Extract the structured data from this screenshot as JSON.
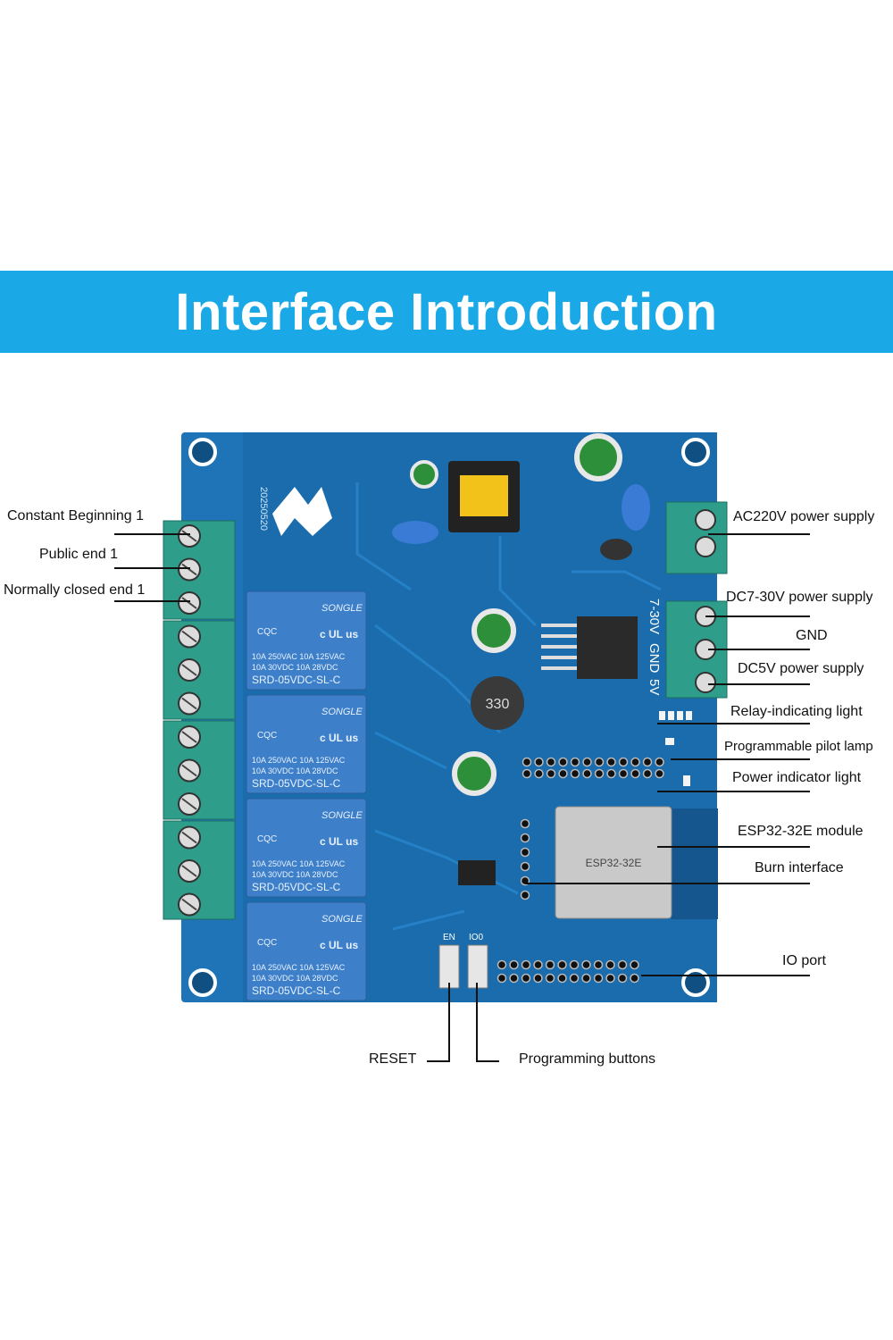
{
  "banner": {
    "title": "Interface Introduction"
  },
  "board": {
    "date_code": "20250520",
    "relay": {
      "brand": "SONGLE",
      "rating1": "10A 250VAC  10A 125VAC",
      "rating2": "10A  30VDC  10A  28VDC",
      "model": "SRD-05VDC-SL-C",
      "cert_left": "CQC",
      "cert_right": "c UL us"
    },
    "inductor_code": "330",
    "power_silk": [
      "7-30V",
      "GND",
      "5V"
    ],
    "module_label": "ESP32-32E",
    "button_silk": [
      "EN",
      "IO0"
    ]
  },
  "labels": {
    "constant_beginning": "Constant Beginning 1",
    "public_end": "Public end 1",
    "normally_closed": "Normally closed end 1",
    "ac220v": "AC220V power supply",
    "dc7_30v": "DC7-30V power supply",
    "gnd": "GND",
    "dc5v": "DC5V power supply",
    "relay_light": "Relay-indicating light",
    "programmable_lamp": "Programmable pilot lamp",
    "power_indicator": "Power indicator light",
    "esp32_module": "ESP32-32E module",
    "burn_interface": "Burn interface",
    "io_port": "IO port",
    "reset": "RESET",
    "programming_buttons": "Programming buttons"
  },
  "colors": {
    "banner": "#1aa9e6",
    "pcb": "#1f74b8",
    "pcb_dark": "#155e99",
    "terminal": "#2e9e8a",
    "relay": "#3d7fc8"
  }
}
